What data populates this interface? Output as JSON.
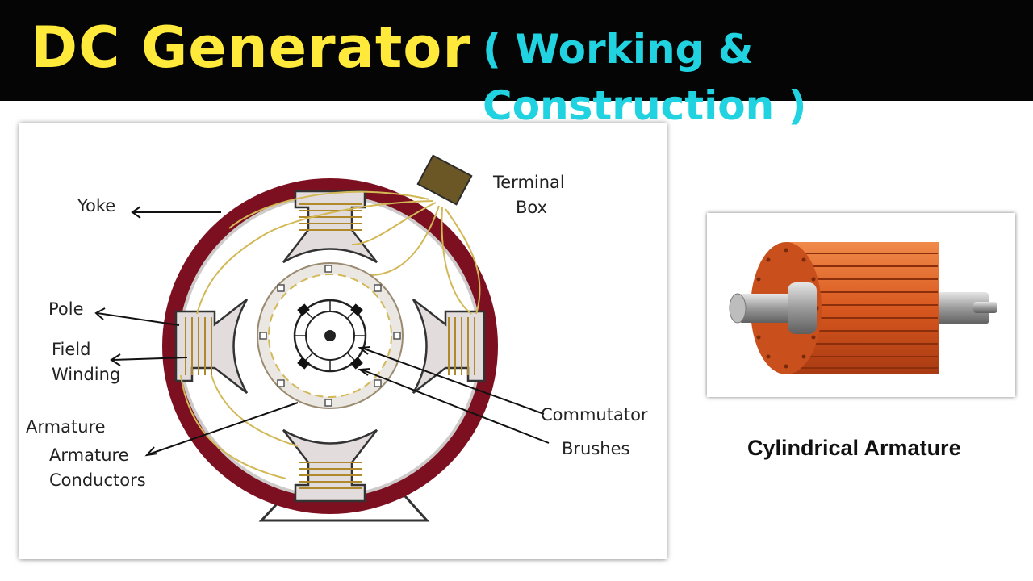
{
  "header": {
    "title": "DC Generator",
    "subtitle": "( Working & Construction )"
  },
  "diagram": {
    "labels": {
      "yoke": "Yoke",
      "terminal_box_line1": "Terminal",
      "terminal_box_line2": "Box",
      "pole": "Pole",
      "field_winding_line1": "Field",
      "field_winding_line2": "Winding",
      "armature": "Armature",
      "armature_conductors_line1": "Armature",
      "armature_conductors_line2": "Conductors",
      "commutator": "Commutator",
      "brushes": "Brushes"
    }
  },
  "armature_image": {
    "caption": "Cylindrical Armature"
  },
  "colors": {
    "title_yellow": "#ffe93a",
    "title_cyan": "#21d3e0",
    "yoke_red": "#7d1020",
    "pole_gray": "#e3dcdc",
    "winding_gold": "#c9a83c",
    "armature_orange": "#d8581f"
  }
}
